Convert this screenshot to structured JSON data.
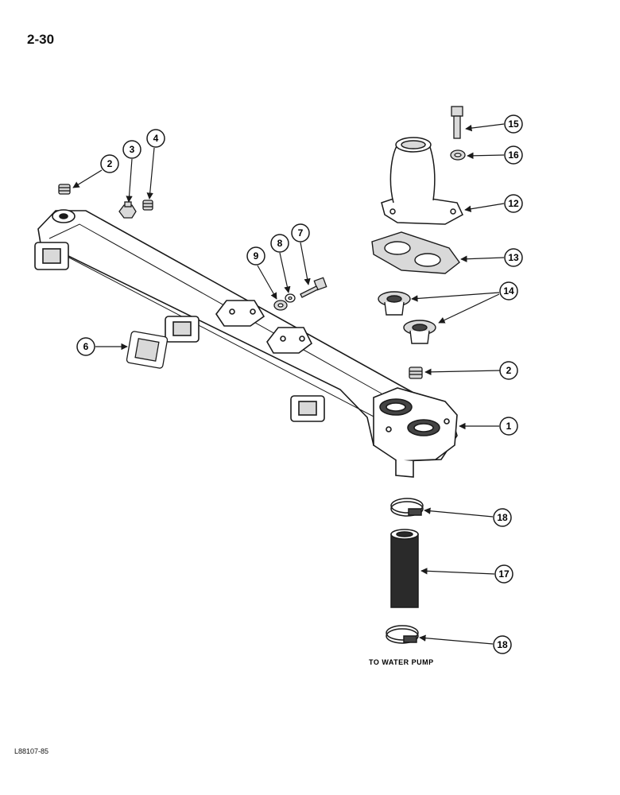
{
  "page": {
    "number": "2-30",
    "figure_code": "L88107-85"
  },
  "callouts": {
    "c1": "1",
    "c2a": "2",
    "c2b": "2",
    "c3": "3",
    "c4": "4",
    "c6": "6",
    "c7": "7",
    "c8": "8",
    "c9": "9",
    "c12": "12",
    "c13": "13",
    "c14": "14",
    "c15": "15",
    "c16": "16",
    "c17": "17",
    "c18a": "18",
    "c18b": "18"
  },
  "notes": {
    "to_water_pump": "TO WATER PUMP"
  },
  "colors": {
    "ink": "#1a1a1a",
    "paper": "#ffffff",
    "shade": "#d9d9d9",
    "dark": "#444444"
  }
}
